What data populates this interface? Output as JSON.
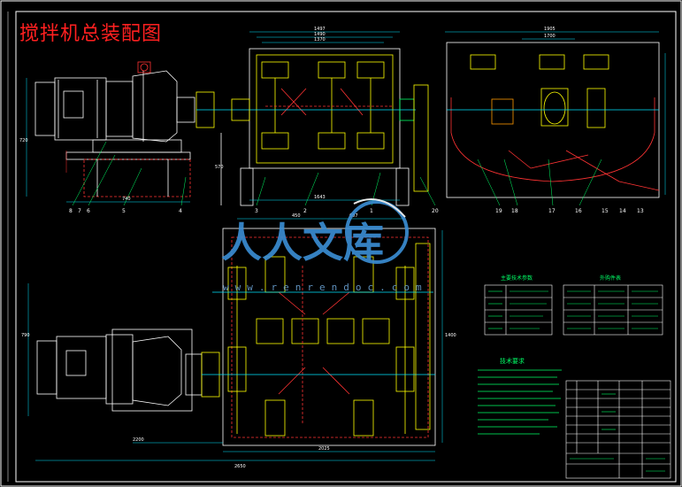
{
  "drawing": {
    "title": "搅拌机总装配图",
    "colors": {
      "background": "#000000",
      "frame": "#ffffff",
      "title": "#ff2020",
      "outline": "#ffffff",
      "hidden": "#ff3333",
      "yellow": "#ffff00",
      "green": "#00ff66",
      "cyan": "#00e5ff",
      "magenta": "#ff33ff",
      "watermark": "#3b8fd6"
    }
  },
  "watermark": {
    "logo_text": "人人文库",
    "url_text": "www.renrendoc.com"
  },
  "dimensions": {
    "top_view_1": "1497",
    "top_view_2": "1490",
    "top_view_3": "1370",
    "right_view_1": "1905",
    "right_view_2": "1700",
    "left_height": "720",
    "mid_height": "570",
    "mid_width": "1643",
    "bottom_width_1": "740",
    "plan_left_height": "790",
    "plan_right_height": "1400",
    "plan_bottom_1": "2200",
    "plan_bottom_2": "2650",
    "plan_bottom_3": "2025",
    "plan_top_1": "450",
    "plan_top_2": "607"
  },
  "balloons": [
    "8",
    "7",
    "6",
    "5",
    "4",
    "3",
    "2",
    "1",
    "20",
    "19",
    "18",
    "17",
    "16",
    "15",
    "14",
    "13"
  ],
  "tables": {
    "table1_title": "主要技术参数",
    "table2_title": "外购件表"
  },
  "notes": {
    "title": "技术要求"
  }
}
